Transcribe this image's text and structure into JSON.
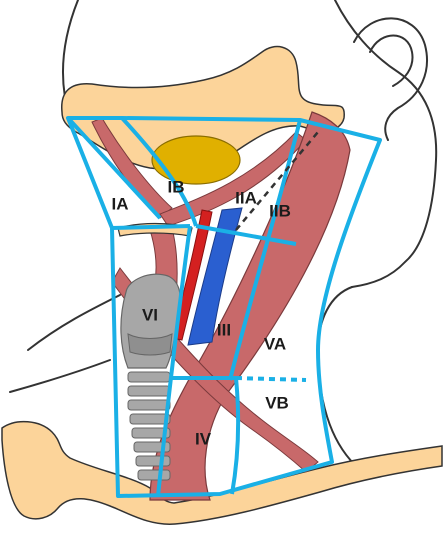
{
  "levels": {
    "ia": "IA",
    "ib": "IB",
    "iia": "IIA",
    "iib": "IIB",
    "iii": "III",
    "iv": "IV",
    "va": "VA",
    "vb": "VB",
    "vi": "VI"
  },
  "colors": {
    "skin": "#fcd49a",
    "muscle": "#c8696a",
    "muscle_dark": "#a84c50",
    "gland": "#e0b000",
    "vein": "#2a5fd0",
    "artery": "#d42020",
    "cartilage": "#a7a7a7",
    "boundary": "#1ab0e6",
    "outline": "#333333"
  }
}
